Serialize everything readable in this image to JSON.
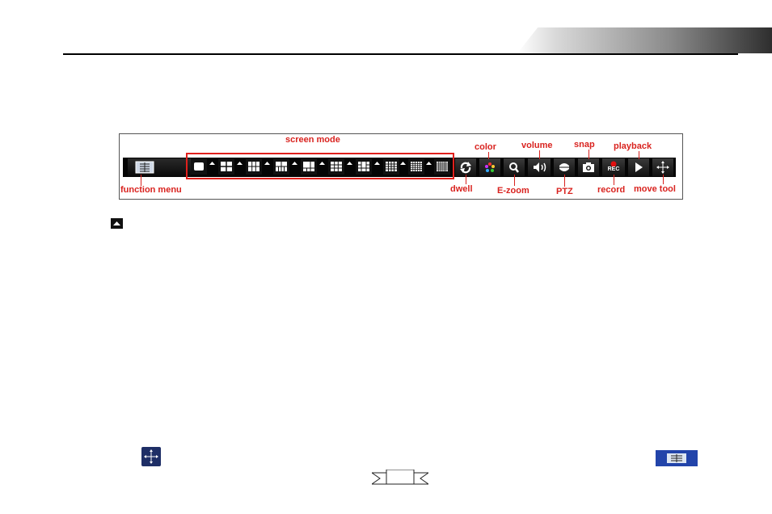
{
  "header": {
    "accent_color": "#2e2e2e"
  },
  "diagram": {
    "labels": {
      "screen_mode": "screen mode",
      "color": "color",
      "volume": "volume",
      "snap": "snap",
      "playback": "playback",
      "function_menu": "function menu",
      "dwell": "dwell",
      "e_zoom": "E-zoom",
      "ptz": "PTZ",
      "record": "record",
      "move_tool": "move tool",
      "rec_badge": "REC"
    },
    "label_color": "#d9231f",
    "icons": [
      "function-menu-icon",
      "layout-1-icon",
      "layout-4-icon",
      "layout-6-icon",
      "layout-8-icon",
      "layout-9-icon",
      "layout-10-icon",
      "layout-13-icon",
      "layout-16-icon",
      "layout-25-icon",
      "layout-36-icon",
      "dwell-icon",
      "color-icon",
      "e-zoom-icon",
      "volume-icon",
      "ptz-icon",
      "snap-icon",
      "record-icon",
      "playback-icon",
      "move-tool-icon"
    ]
  },
  "body_icons": [
    "caret-up-icon",
    "move-tool-icon",
    "function-menu-icon"
  ],
  "footer": {
    "page_number": ""
  }
}
